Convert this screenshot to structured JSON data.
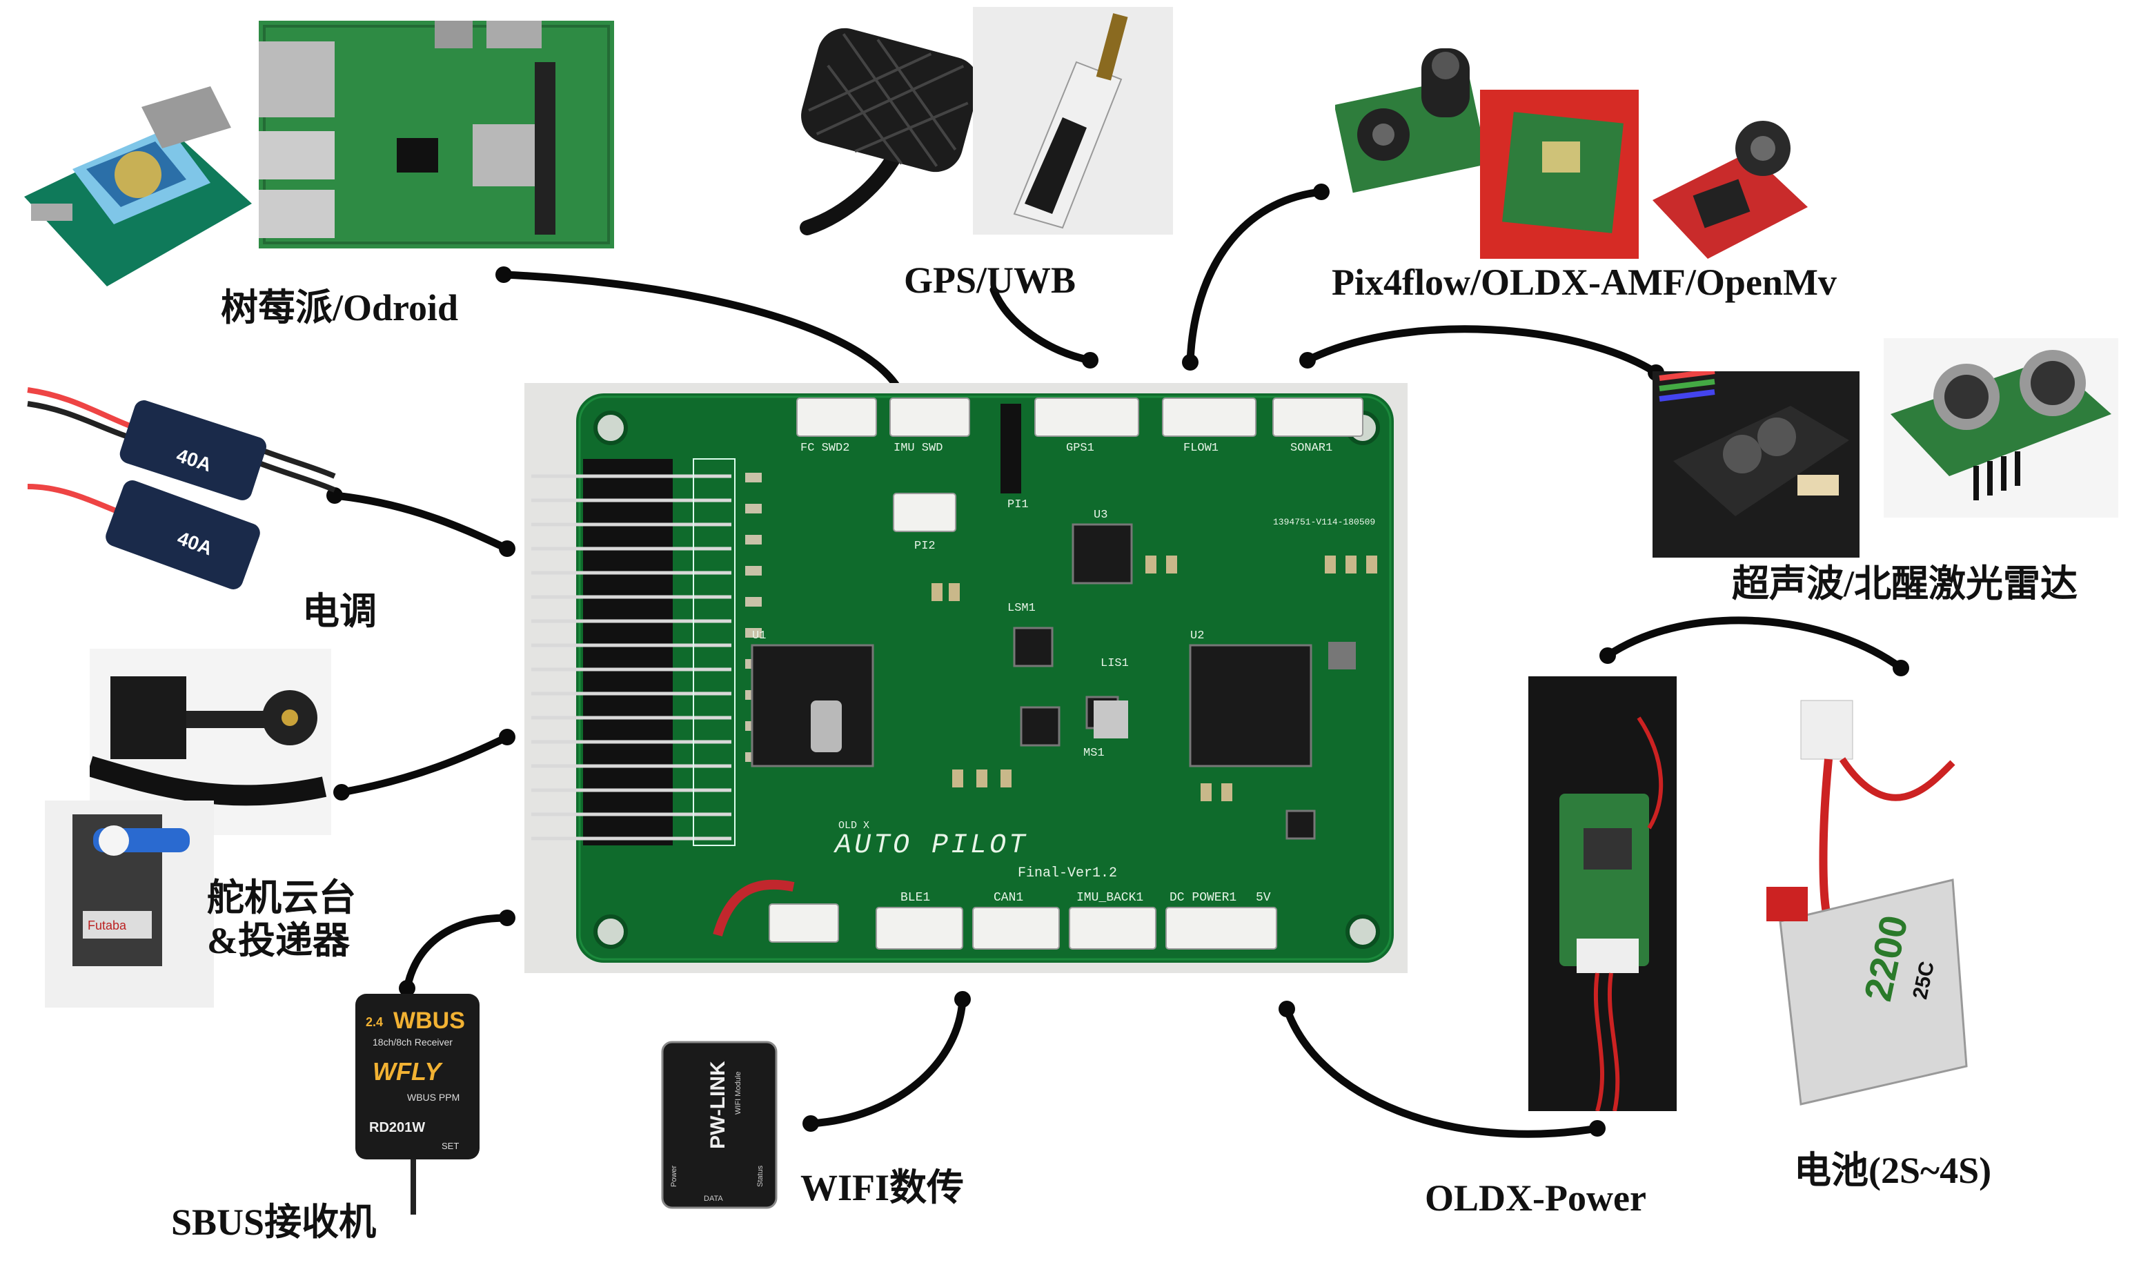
{
  "labels": {
    "sbc": "树莓派/Odroid",
    "gps": "GPS/UWB",
    "flow": "Pix4flow/OLDX-AMF/OpenMv",
    "esc": "电调",
    "ranger": "超声波/北醒激光雷达",
    "gimbal_line1": "舵机云台",
    "gimbal_line2": "&投递器",
    "sbus": "SBUS接收机",
    "wifi": "WIFI数传",
    "power": "OLDX-Power",
    "battery": "电池(2S~4S)"
  },
  "board": {
    "top_ports": [
      "FC SWD2",
      "IMU SWD",
      "GPS1",
      "FLOW1",
      "SONAR1"
    ],
    "bottom_ports": [
      "BLE1",
      "CAN1",
      "IMU_BACK1",
      "DC POWER1",
      "5V"
    ],
    "chips": [
      "U1",
      "U2",
      "U3",
      "LSM1",
      "LIS1",
      "MS1"
    ],
    "logo_top": "OLD X",
    "logo_main": "AUTO PILOT",
    "version": "Final-Ver1.2",
    "serial": "1394751-V114-180509",
    "pi_labels": [
      "PI1",
      "PI2"
    ]
  },
  "device_text": {
    "esc_rating": "40A",
    "receiver_brand": "WBUS",
    "receiver_sub": "18ch/8ch Receiver",
    "receiver_logo": "WFLY",
    "receiver_modes": "WBUS PPM",
    "receiver_model": "RD201W",
    "receiver_set": "SET",
    "receiver_freq": "2.4",
    "wifi_brand": "PW-LINK",
    "wifi_sub": "WIFI Module",
    "wifi_power": "Power",
    "wifi_status": "Status",
    "wifi_data": "DATA",
    "battery_cap": "2200",
    "battery_c": "25C",
    "servo_brand": "Futaba"
  },
  "colors": {
    "pcb": "#0f6b2c",
    "pcb_dark": "#0a4f20",
    "wire": "#0a0a0a",
    "label": "#111111"
  }
}
